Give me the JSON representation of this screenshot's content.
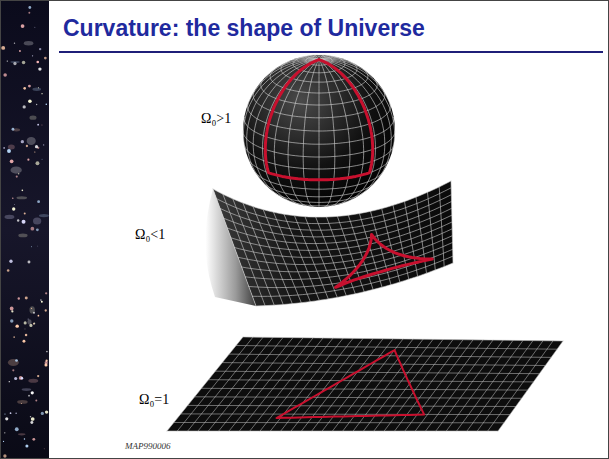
{
  "diagram": {
    "title": "Curvature: the shape of Universe",
    "labels": [
      "Ω₀>1",
      "Ω₀<1",
      "Ω₀=1",
      "MAP990006"
    ]
  }
}
